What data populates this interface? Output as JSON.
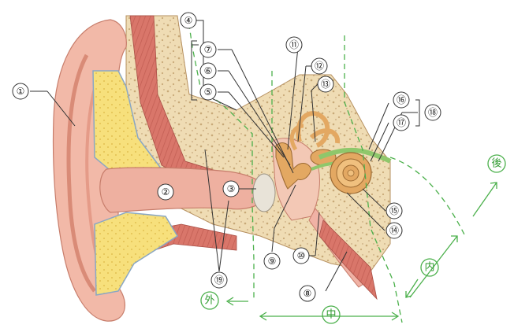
{
  "labels": {
    "n1": "①",
    "n2": "②",
    "n3": "③",
    "n4": "④",
    "n5": "⑤",
    "n6": "⑥",
    "n7": "⑦",
    "n8": "⑧",
    "n9": "⑨",
    "n10": "⑩",
    "n11": "⑪",
    "n12": "⑫",
    "n13": "⑬",
    "n14": "⑭",
    "n15": "⑮",
    "n16": "⑯",
    "n17": "⑰",
    "n18": "⑱",
    "n19": "⑲"
  },
  "annotations": {
    "outer": "外",
    "middle": "中",
    "inner": "内",
    "rear": "後"
  },
  "colors": {
    "skin": "#f2b9a8",
    "skin_dark": "#e59b88",
    "bone": "#eedcb3",
    "fat": "#f6df7a",
    "muscle": "#d9766a",
    "nerve": "#8fc76b",
    "ossicle": "#e3a862",
    "annotation_green": "#4bb04b"
  }
}
